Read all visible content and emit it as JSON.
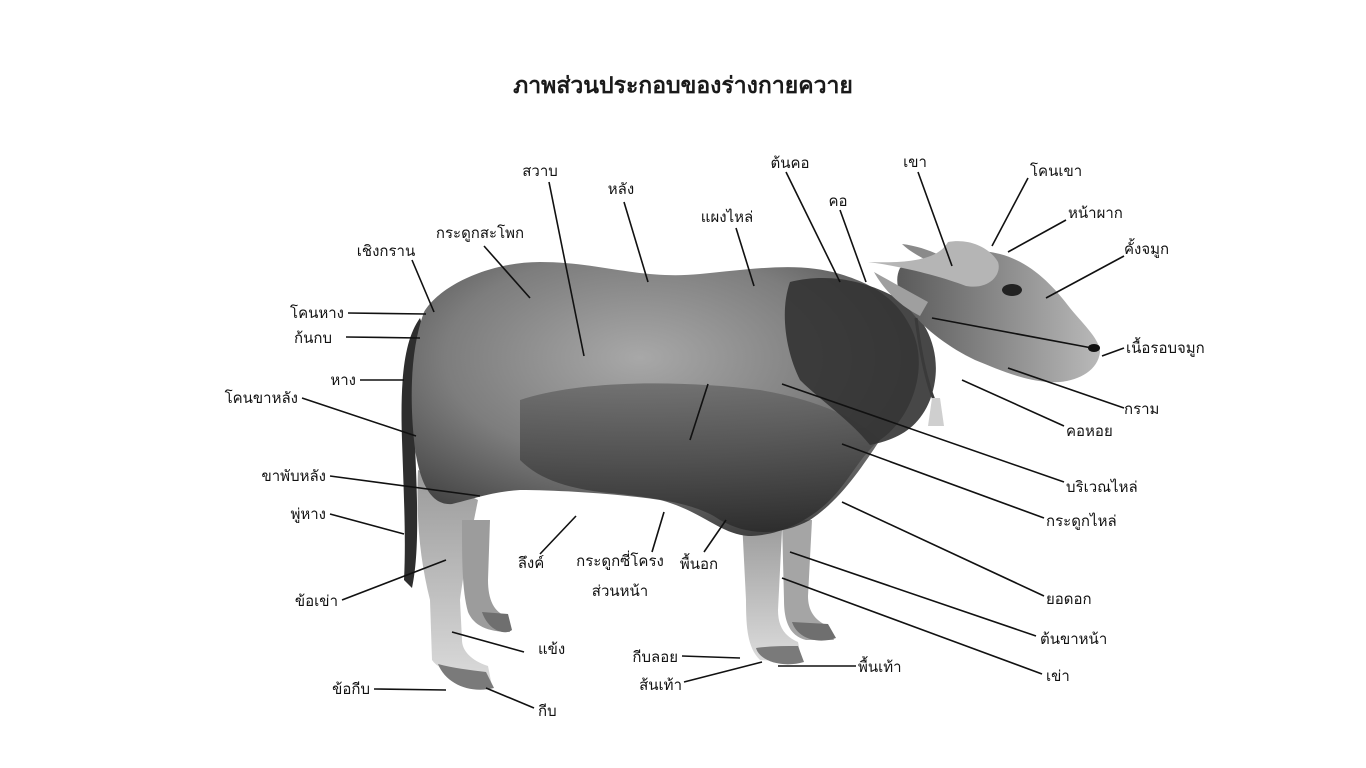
{
  "title": "ภาพส่วนประกอบของร่างกายควาย",
  "labels": {
    "sawab": "สวาบ",
    "lang": "หลัง",
    "ton_kho": "ต้นคอ",
    "khao": "เขา",
    "khon_khao": "โคนเขา",
    "krachuk_sa_phok": "กระดูกสะโพก",
    "phaeng_lai": "แผงไหล่",
    "kho": "คอ",
    "na_phak": "หน้าผาก",
    "choeng_kran": "เชิงกราน",
    "khang_chamuk": "คั้งจมูก",
    "khon_hang": "โคนหาง",
    "kon_kob": "ก้นกบ",
    "nuea_rob_chamuk": "เนื้อรอบจมูก",
    "hang": "หาง",
    "kram": "กราม",
    "khon_kha_lang": "โคนขาหลัง",
    "kho_hoi": "คอหอย",
    "kha_phab_lang": "ขาพับหลัง",
    "boriwen_lai": "บริเวณไหล่",
    "phu_hang": "พู่หาง",
    "krachuk_lai": "กระดูกไหล่",
    "ling_khi": "ลึงค์",
    "krachuk_si_khrong_1": "กระดูกซี่โครง",
    "krachuk_si_khrong_2": "ส่วนหน้า",
    "phuen_ok": "พื้นอก",
    "yod_ok": "ยอดอก",
    "kho_khao": "ข้อเข่า",
    "ton_kha_na": "ต้นขาหน้า",
    "khaeng": "แข้ง",
    "kib_loi": "กีบลอย",
    "phuen_thao": "พื้นเท้า",
    "son_thao": "ส้นเท้า",
    "khao_knee": "เข่า",
    "kho_kib": "ข้อกีบ",
    "kib": "กีบ"
  }
}
